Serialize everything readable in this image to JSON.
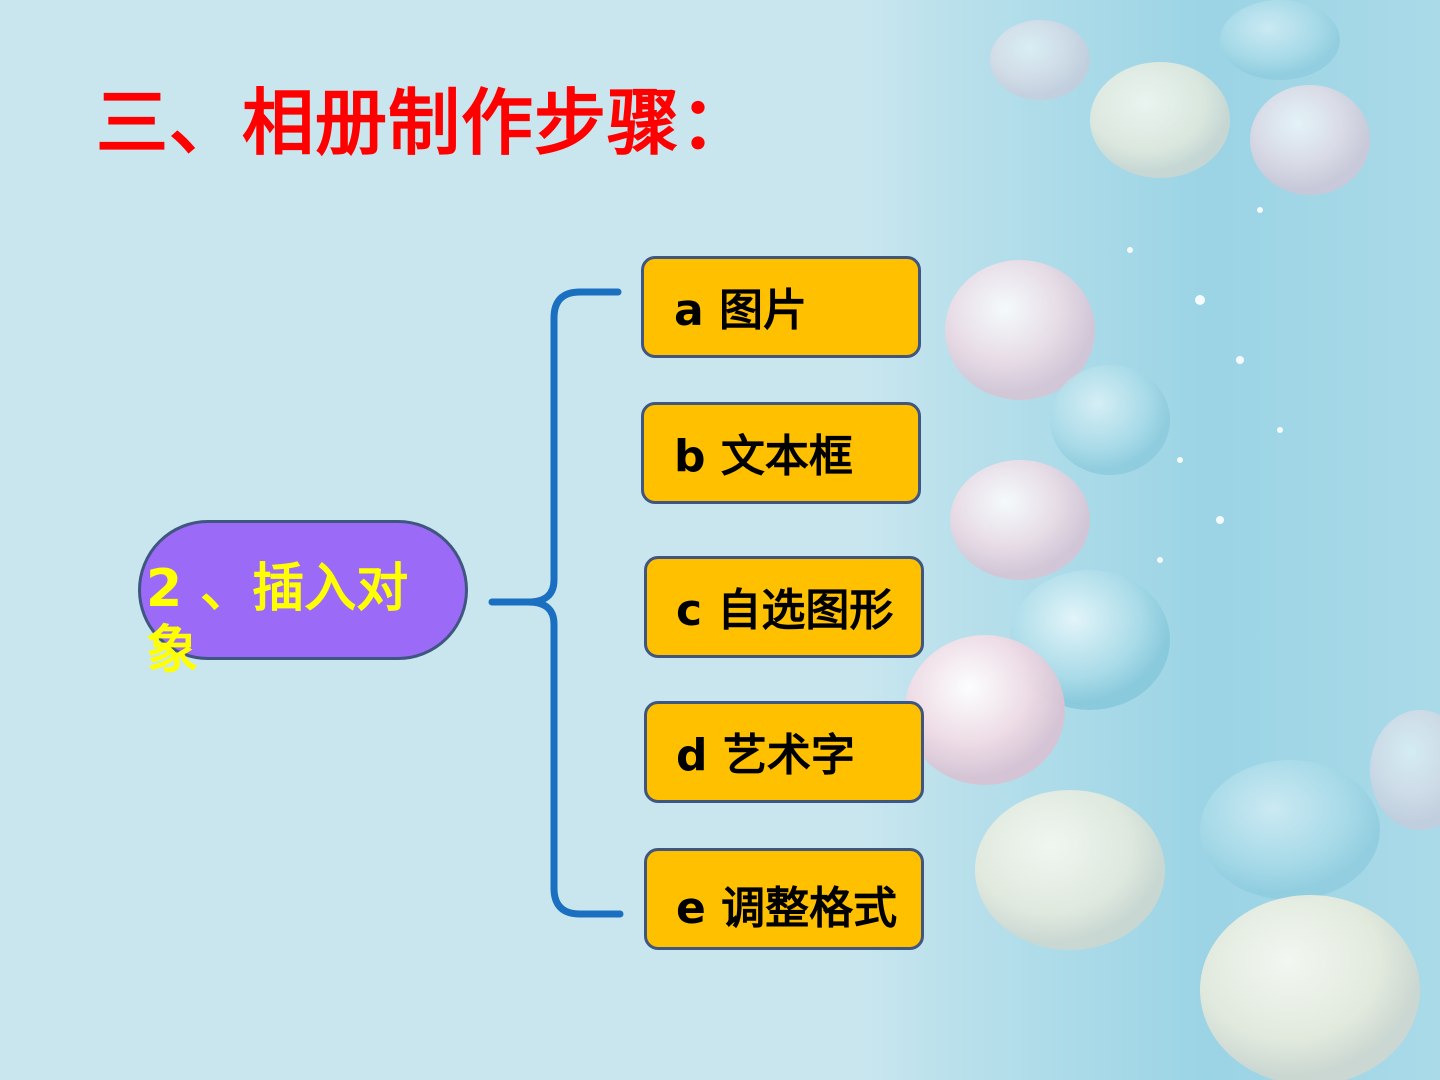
{
  "slide": {
    "title": "三、相册制作步骤：",
    "main_node": {
      "label": "2 、插入对象"
    },
    "items": [
      {
        "label": "a  图片"
      },
      {
        "label": "b  文本框"
      },
      {
        "label": "c  自选图形"
      },
      {
        "label": "d  艺术字"
      },
      {
        "label": "e  调整格式"
      }
    ]
  },
  "colors": {
    "background": "#c9e6ef",
    "title": "#ff0000",
    "main_node_fill": "#9b6bf7",
    "main_node_text": "#ffff00",
    "item_fill": "#ffc000",
    "item_border": "#3f5680",
    "brace": "#1a6fc0"
  }
}
